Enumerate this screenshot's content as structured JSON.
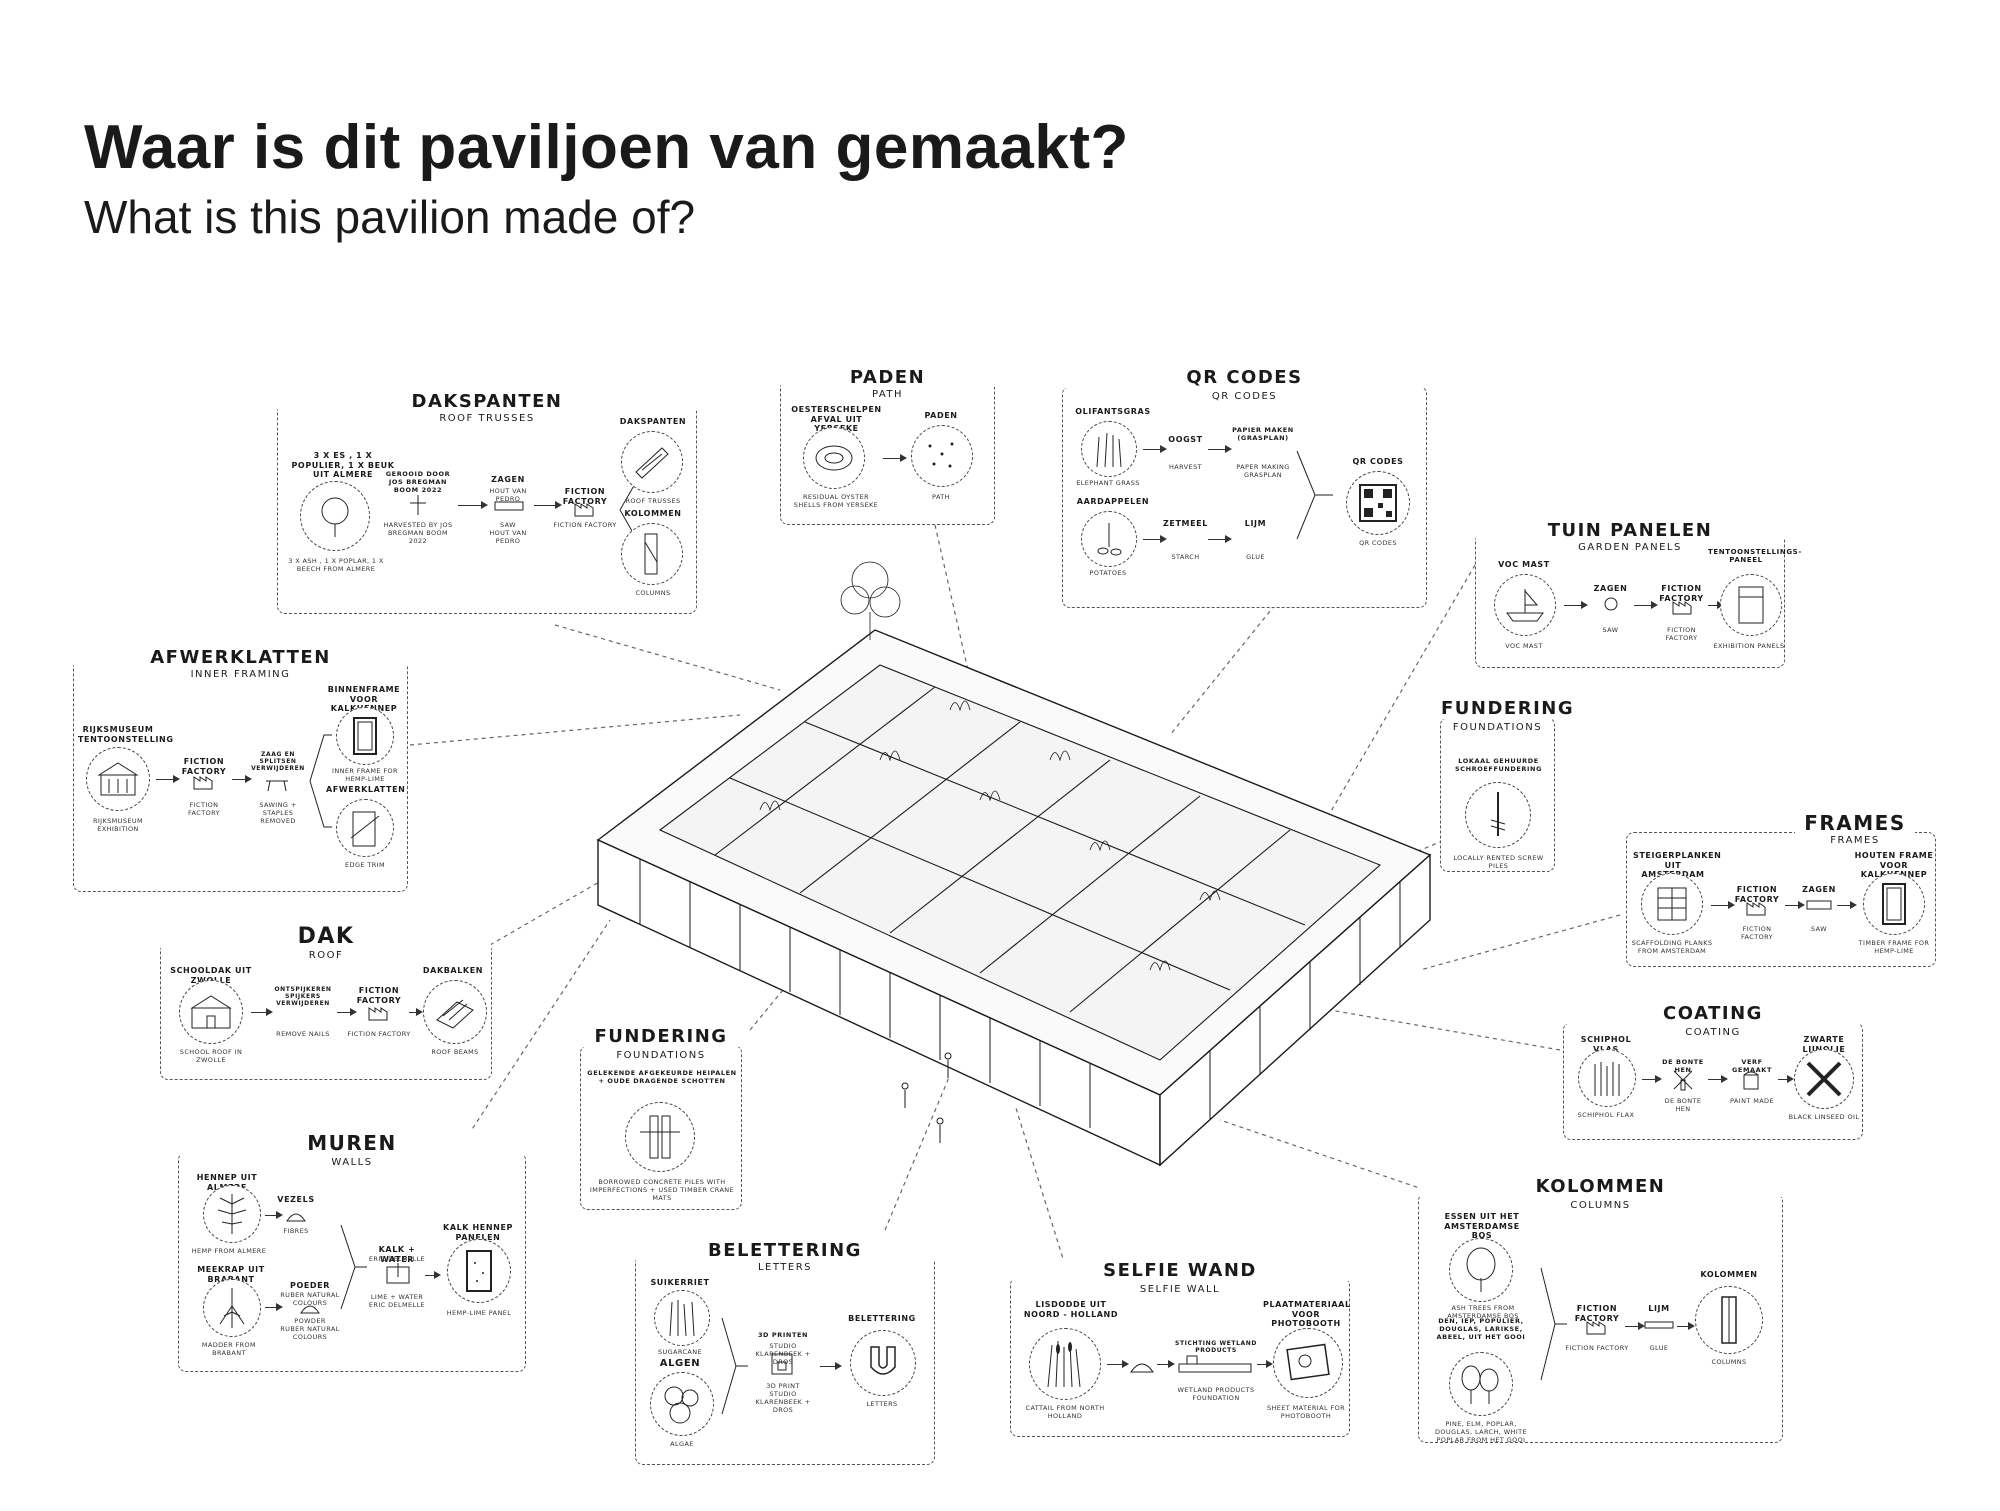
{
  "header": {
    "title": "Waar is dit paviljoen van gemaakt?",
    "subtitle": "What is this pavilion made of?"
  },
  "panels": {
    "dakspanten": {
      "title": "Dakspanten",
      "sub": "Roof trusses",
      "src": "3 x Es , 1 x Populier, 1 x Beuk uit Almere",
      "src_cap": "3 x Ash , 1 x Poplar, 1 x Beech from Almere",
      "step1": "Gerooid door Jos Bregman Boom 2022",
      "step1_cap": "Harvested by Jos Bregman Boom 2022",
      "step2": "Zagen",
      "step2_sub": "Hout van Pedro",
      "step2_cap": "Saw",
      "step2_cap2": "Hout van Pedro",
      "step3": "Fiction Factory",
      "step3_cap": "Fiction Factory",
      "out1": "Dakspanten",
      "out1_cap": "Roof trusses",
      "out2": "Kolommen",
      "out2_cap": "Columns"
    },
    "paden": {
      "title": "Paden",
      "sub": "Path",
      "src": "Oesterschelpen afval uit Yerseke",
      "src_cap": "Residual oyster shells from Yerseke",
      "out": "Paden",
      "out_cap": "Path"
    },
    "qr": {
      "title": "QR codes",
      "sub": "QR codes",
      "src1": "Olifantsgras",
      "src1_cap": "Elephant grass",
      "s1a": "Oogst",
      "s1a_cap": "Harvest",
      "s1b": "Papier maken (Grasplan)",
      "s1b_cap": "Paper making Grasplan",
      "src2": "Aardappelen",
      "src2_cap": "Potatoes",
      "s2a": "Zetmeel",
      "s2a_cap": "Starch",
      "s2b": "Lijm",
      "s2b_cap": "Glue",
      "out": "QR codes",
      "out_cap": "QR codes"
    },
    "tuinpanelen": {
      "title": "Tuin panelen",
      "sub": "Garden panels",
      "src": "VOC mast",
      "src_cap": "VOC mast",
      "s1": "Zagen",
      "s1_cap": "Saw",
      "s2": "Fiction Factory",
      "s2_cap": "Fiction Factory",
      "out": "Tentoonstellings-paneel",
      "out_cap": "Exhibition panels"
    },
    "afwerklatten": {
      "title": "Afwerklatten",
      "sub": "Inner framing",
      "src": "Rijksmuseum tentoonstelling",
      "src_cap": "Rijksmuseum exhibition",
      "s1": "Fiction Factory",
      "s1_cap": "Fiction Factory",
      "s2": "Zaag en Splitsen verwijderen",
      "s2_cap": "Sawing + staples removed",
      "out1": "Binnenframe voor kalkhennep",
      "out1_cap": "Inner frame for hemp-lime",
      "out2": "Afwerklatten",
      "out2_cap": "Edge trim"
    },
    "dak": {
      "title": "Dak",
      "sub": "Roof",
      "src": "Schooldak uit Zwolle",
      "src_cap": "School roof in Zwolle",
      "s1": "Ontspijkeren spijkers verwijderen",
      "s1_cap": "Remove nails",
      "s2": "Fiction Factory",
      "s2_cap": "Fiction Factory",
      "out": "Dakbalken",
      "out_cap": "Roof beams"
    },
    "fundering_c": {
      "title": "Fundering",
      "sub": "Foundations",
      "desc": "Gelekende afgekeurde heipalen + oude dragende schotten",
      "cap": "Borrowed concrete piles with imperfections + used timber crane mats"
    },
    "fundering_r": {
      "title": "Fundering",
      "sub": "Foundations",
      "desc": "Lokaal gehuurde schroeffundering",
      "cap": "Locally rented screw piles"
    },
    "frames": {
      "title": "Frames",
      "sub": "Frames",
      "src": "Steigerplanken uit Amsterdam",
      "src_cap": "Scaffolding planks from Amsterdam",
      "s1": "Fiction Factory",
      "s1_cap": "Fiction Factory",
      "s2": "Zagen",
      "s2_cap": "Saw",
      "out": "Houten frame voor kalkhennep",
      "out_cap": "Timber frame for hemp-lime"
    },
    "coating": {
      "title": "Coating",
      "sub": "Coating",
      "src": "Schiphol vlas",
      "src_cap": "Schiphol flax",
      "s1": "De Bonte Hen",
      "s1_cap": "De Bonte Hen",
      "s2": "Verf gemaakt",
      "s2_cap": "Paint made",
      "out": "Zwarte lijnolie",
      "out_cap": "Black linseed oil"
    },
    "muren": {
      "title": "Muren",
      "sub": "Walls",
      "src1": "Hennep uit Almere",
      "src1_cap": "Hemp from Almere",
      "s1": "Vezels",
      "s1_cap": "Fibres",
      "src2": "Meekrap uit Brabant",
      "src2_cap": "Madder from Brabant",
      "s2": "Poeder",
      "s2_sub": "Ruber natural colours",
      "s2_cap": "Powder",
      "s2_cap2": "Ruber natural colours",
      "mix": "Kalk + Water",
      "mix_sub": "Eric Delmelle",
      "mix_cap": "Lime + Water",
      "mix_cap2": "Eric Delmelle",
      "out": "Kalk hennep panelen",
      "out_cap": "Hemp-lime panel"
    },
    "belettering": {
      "title": "Belettering",
      "sub": "Letters",
      "src1": "Suikerriet",
      "src1_cap": "Sugarcane",
      "src2": "Algen",
      "src2_cap": "Algae",
      "s1": "3D printen",
      "s1_sub": "Studio Klarenbeek + Dros",
      "s1_cap": "3D Print",
      "s1_cap2": "Studio Klarenbeek + Dros",
      "out": "Belettering",
      "out_cap": "Letters"
    },
    "selfie": {
      "title": "Selfie wand",
      "sub": "Selfie wall",
      "src": "Lisdodde uit Noord - Holland",
      "src_cap": "Cattail from North Holland",
      "s1": "Stichting Wetland Products",
      "s1_cap": "Wetland Products Foundation",
      "out": "Plaatmateriaal voor photobooth",
      "out_cap": "Sheet material for photobooth"
    },
    "kolommen": {
      "title": "Kolommen",
      "sub": "Columns",
      "src1": "Essen uit het Amsterdamse Bos",
      "src1_cap": "Ash trees from Amsterdamse Bos",
      "src2": "Den, Iep, Populier, Douglas, Larikse, Abeel, uit het Gooi",
      "src2_cap": "Pine, Elm, Poplar, Douglas, Larch, White Poplar from het Gooi",
      "s1": "Fiction Factory",
      "s1_cap": "Fiction Factory",
      "s2": "Lijm",
      "s2_cap": "Glue",
      "out": "Kolommen",
      "out_cap": "Columns"
    }
  }
}
